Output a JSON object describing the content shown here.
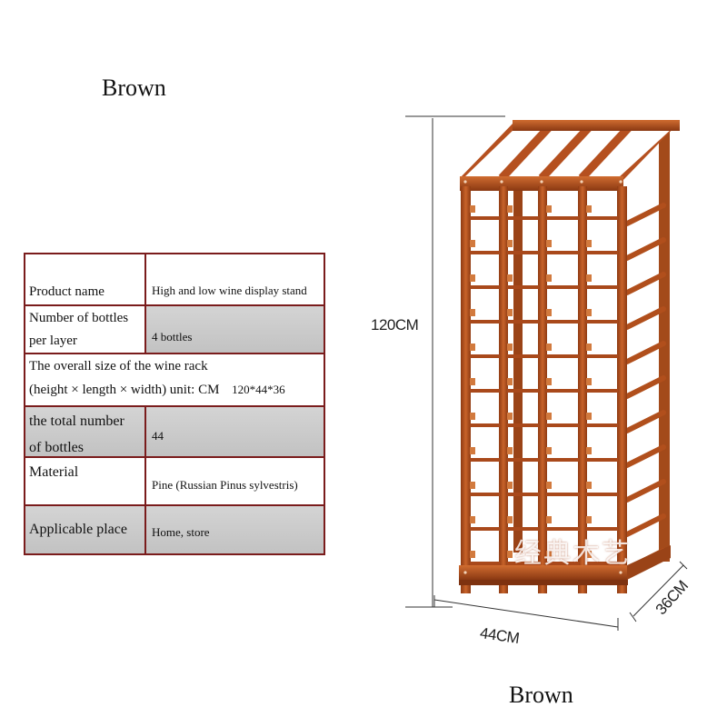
{
  "title_top": "Brown",
  "title_bottom": "Brown",
  "table": {
    "rows": [
      {
        "label": "Product name",
        "value": "High and low wine display stand"
      },
      {
        "label_line1": "Number of bottles",
        "label_line2": "per layer",
        "value": "4 bottles"
      },
      {
        "line1": "The overall size of the wine rack",
        "line2": "(height × length × width) unit: CM",
        "value": "120*44*36"
      },
      {
        "label_line1": "the total number",
        "label_line2": "of bottles",
        "value": "44"
      },
      {
        "label": "Material",
        "value": "Pine (Russian Pinus sylvestris)"
      },
      {
        "label": "Applicable place",
        "value": "Home, store"
      }
    ]
  },
  "dimensions": {
    "height": "120CM",
    "length": "44CM",
    "width": "36CM"
  },
  "watermark": "经典木艺",
  "colors": {
    "wood": "#b5501f",
    "wood_dark": "#7e3210",
    "table_border": "#7a1c1c",
    "shade": "#c8c8c8"
  }
}
